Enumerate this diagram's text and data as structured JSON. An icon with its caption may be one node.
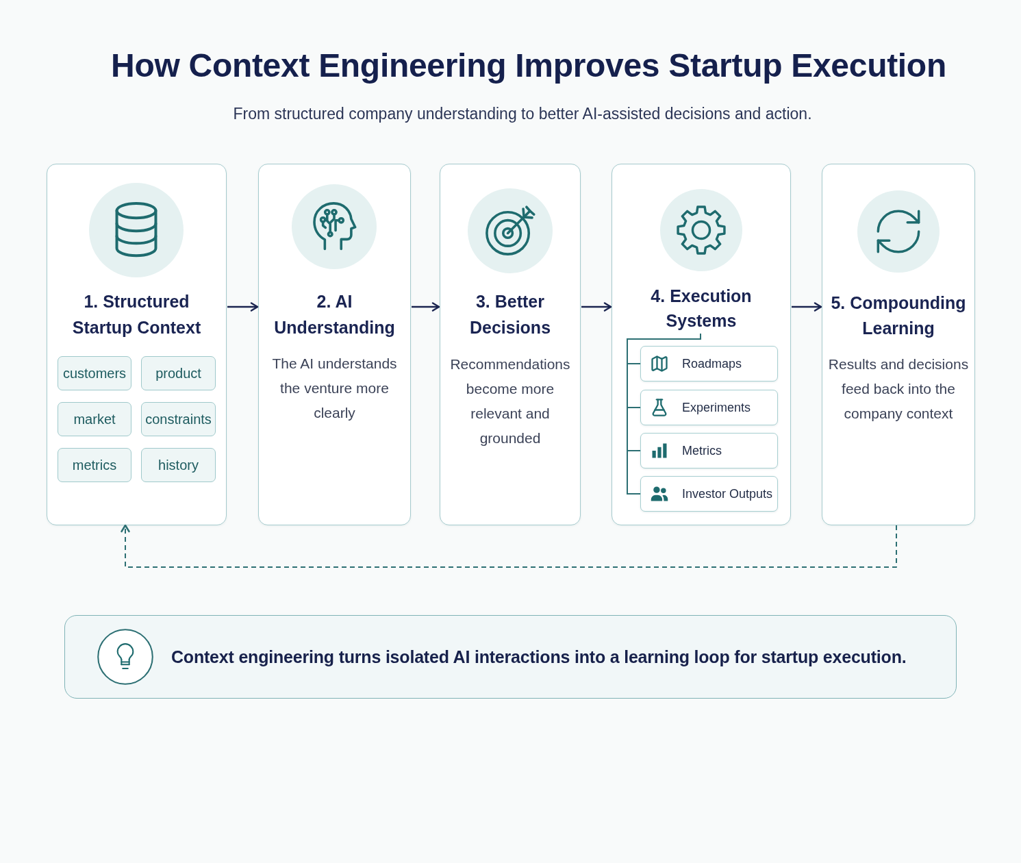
{
  "diagram": {
    "title": "How Context Engineering Improves Startup Execution",
    "nodes": [
      {
        "text": [
          "1. Structured Startup Context"
        ]
      },
      {
        "text": [
          "customers"
        ],
        "in": 0
      },
      {
        "text": [
          "product"
        ],
        "in": 0
      },
      {
        "text": [
          "market"
        ],
        "in": 0
      },
      {
        "text": [
          "constraints"
        ],
        "in": 0
      },
      {
        "text": [
          "metrics"
        ],
        "in": 0
      },
      {
        "text": [
          "history"
        ],
        "in": 0
      },
      {
        "text": [
          "2. AI Understanding",
          "The AI understands the venture more clearly"
        ]
      },
      {
        "text": [
          "3. Better Decisions",
          "Recommendations become more relevant and grounded"
        ]
      },
      {
        "text": [
          "4. Execution Systems"
        ]
      },
      {
        "text": [],
        "shape": "bar",
        "in": 9
      },
      {
        "text": [
          "Roadmaps"
        ],
        "in": 9
      },
      {
        "text": [
          "Experiments"
        ],
        "in": 9
      },
      {
        "text": [
          "Metrics"
        ],
        "in": 9
      },
      {
        "text": [
          "Investor Outputs"
        ],
        "in": 9
      },
      {
        "text": [
          "5. Compounding Learning",
          "Results and decisions feed back into the company context"
        ]
      },
      {
        "text": [
          "Context engineering turns isolated AI interactions into a learning loop for startup execution."
        ]
      }
    ],
    "edges": [
      {
        "from": 0,
        "to": 7,
        "arrow": "to",
        "color": "#1b2550"
      },
      {
        "from": 7,
        "to": 8,
        "arrow": "to",
        "color": "#1b2550"
      },
      {
        "from": 8,
        "to": 9,
        "arrow": "to",
        "color": "#1b2550"
      },
      {
        "from": 9,
        "to": 15,
        "arrow": "to",
        "color": "#1b2550"
      },
      {
        "from": 10,
        "to": 11,
        "arrow": "none"
      },
      {
        "from": 10,
        "to": 12,
        "arrow": "none"
      },
      {
        "from": 10,
        "to": 13,
        "arrow": "none"
      },
      {
        "from": 10,
        "to": 14,
        "arrow": "none"
      },
      {
        "from": 15,
        "to": 0,
        "arrow": "to",
        "style": "dashed"
      }
    ],
    "labels": [
      "From structured company understanding to better AI-assisted decisions and action."
    ]
  }
}
